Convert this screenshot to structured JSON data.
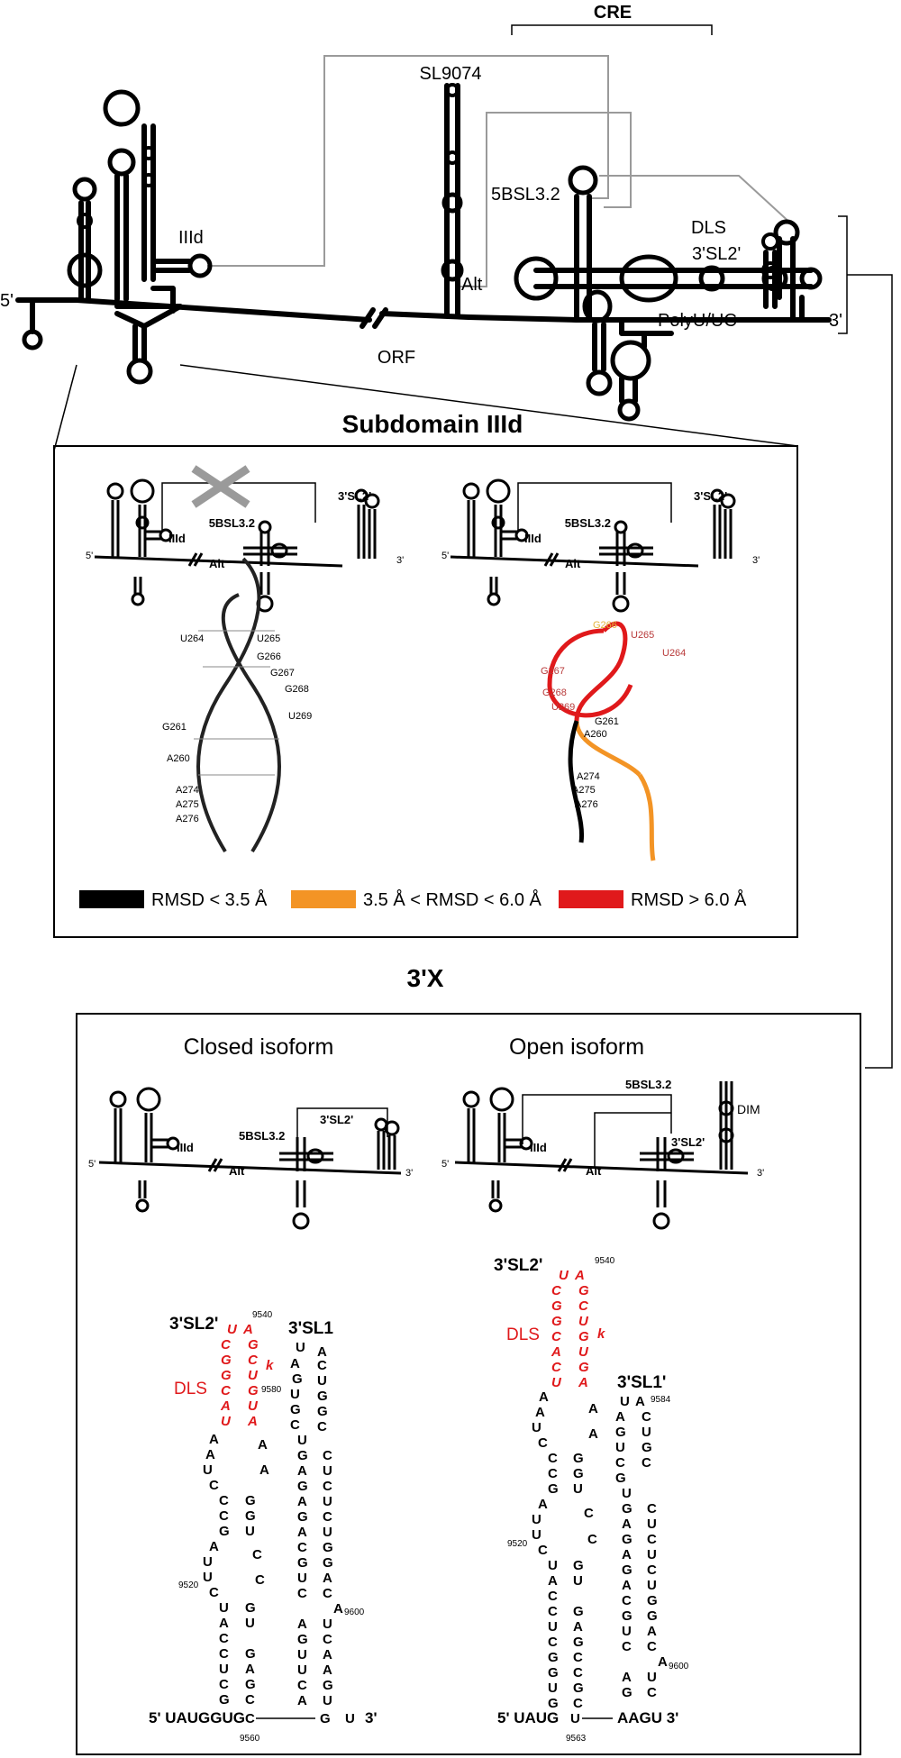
{
  "top": {
    "cre_label": "CRE",
    "sl9074": "SL9074",
    "illd": "IIId",
    "five_prime": "5'",
    "alt": "Alt",
    "orf": "ORF",
    "fbsl": "5BSL3.2",
    "dls": "DLS",
    "sl2": "3'SL2'",
    "polyu": "PolyU/UC",
    "three_prime": "3'"
  },
  "panel_a": {
    "title": "Subdomain IIId",
    "illd": "IIId",
    "fbsl": "5BSL3.2",
    "sl2": "3'SL2'",
    "alt": "Alt",
    "five_prime": "5'",
    "three_prime": "3'",
    "left_labels": [
      "U264",
      "U265",
      "G266",
      "G267",
      "G268",
      "U269",
      "G261",
      "A260",
      "A274",
      "A275",
      "A276"
    ],
    "right_labels": [
      "G266",
      "U265",
      "U264",
      "G267",
      "G268",
      "U269",
      "G261",
      "A260",
      "A274",
      "A275",
      "A276"
    ],
    "legend": [
      {
        "color": "#000000",
        "label": "RMSD < 3.5 Å"
      },
      {
        "color": "#f39425",
        "label": "3.5 Å < RMSD < 6.0 Å"
      },
      {
        "color": "#e0191b",
        "label": "RMSD > 6.0 Å"
      }
    ]
  },
  "x_title": "3'X",
  "panel_b": {
    "closed_title": "Closed isoform",
    "open_title": "Open isoform",
    "illd": "IIId",
    "fbsl": "5BSL3.2",
    "sl2": "3'SL2'",
    "alt": "Alt",
    "dim": "DIM",
    "five_prime": "5'",
    "three_prime": "3'",
    "closed": {
      "sl2": "3'SL2'",
      "sl1": "3'SL1",
      "dls": "DLS",
      "k": "k",
      "n9540": "9540",
      "n9580": "9580",
      "n9520": "9520",
      "n9600": "9600",
      "n9560": "9560",
      "five_seq": "5' UAUGGUG",
      "three_end": "3'"
    },
    "open": {
      "sl2": "3'SL2'",
      "sl1": "3'SL1'",
      "dls": "DLS",
      "k": "k",
      "n9540": "9540",
      "n9584": "9584",
      "n9520": "9520",
      "n9600": "9600",
      "n9563": "9563",
      "five_seq": "5' UAUG",
      "three_seq": "AAGU 3'"
    }
  }
}
